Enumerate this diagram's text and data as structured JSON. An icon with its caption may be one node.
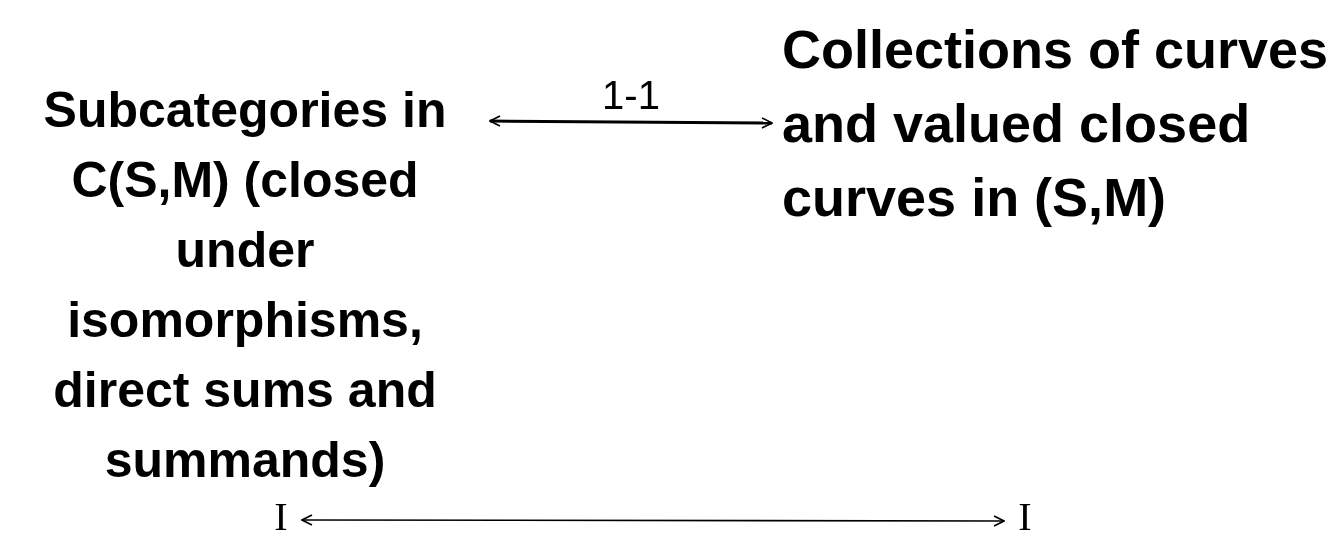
{
  "diagram": {
    "nodes": [
      {
        "text": [
          "Subcategories in C(S,M) (closed under isomorphisms, direct sums and summands)"
        ]
      },
      {
        "text": [
          "Collections of curves and valued closed curves in (S,M)"
        ]
      },
      {
        "text": [
          "I"
        ]
      },
      {
        "text": [
          "I"
        ]
      }
    ],
    "edges": [
      {
        "from": 0,
        "to": 1,
        "arrow": "both",
        "label": "1-1"
      },
      {
        "from": 2,
        "to": 3,
        "arrow": "both"
      }
    ]
  }
}
